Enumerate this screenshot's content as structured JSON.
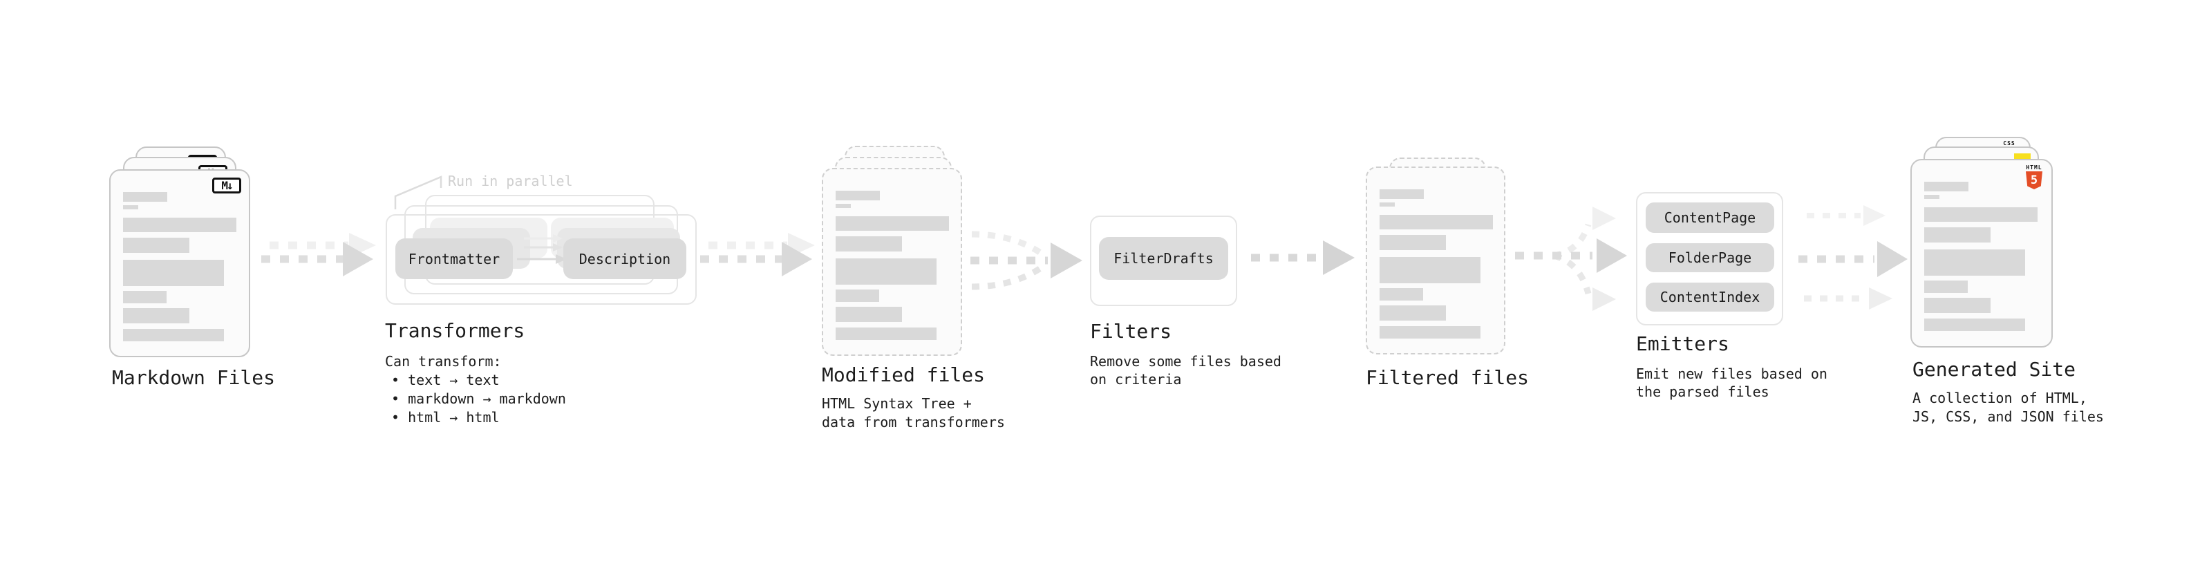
{
  "stages": {
    "markdown_files": {
      "label": "Markdown Files",
      "badge": "M↓"
    },
    "transformers": {
      "title": "Transformers",
      "callout": "Run in parallel",
      "step_left": "Frontmatter",
      "step_right": "Description",
      "note_heading": "Can transform:",
      "bullets": [
        "• text → text",
        "• markdown → markdown",
        "• html → html"
      ]
    },
    "modified_files": {
      "title": "Modified files",
      "note_lines": [
        "HTML Syntax Tree +",
        "data from transformers"
      ]
    },
    "filters": {
      "title": "Filters",
      "node": "FilterDrafts",
      "note_lines": [
        "Remove some files based",
        "on criteria"
      ]
    },
    "filtered_files": {
      "title": "Filtered files"
    },
    "emitters": {
      "title": "Emitters",
      "nodes": [
        "ContentPage",
        "FolderPage",
        "ContentIndex"
      ],
      "note_lines": [
        "Emit new files based on",
        "the parsed files"
      ]
    },
    "generated_site": {
      "title": "Generated Site",
      "note_lines": [
        "A collection of HTML,",
        "JS, CSS, and JSON files"
      ],
      "badges": {
        "css_label": "CSS",
        "html_label": "HTML",
        "html_number": "5"
      }
    }
  },
  "colors": {
    "text": "#1c1c1c",
    "faint_text": "#cfcfcf",
    "bar_gray": "#d9d9d9",
    "pill_gray": "#dbdbdb",
    "arrow_gray": "#dedede",
    "arrow_light": "#f0f0f0",
    "html5_orange": "#e44d26",
    "js_yellow": "#f7df1e",
    "css_blue": "#2965f1"
  }
}
